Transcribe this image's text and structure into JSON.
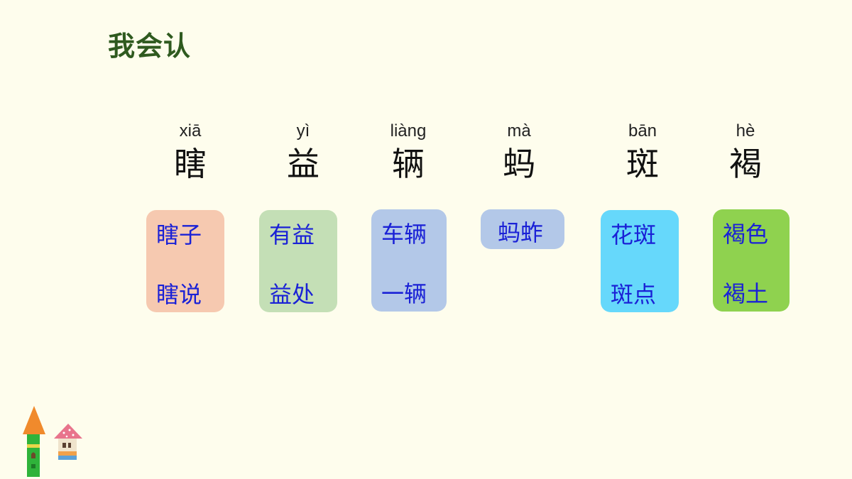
{
  "title": "我会认",
  "characters": [
    {
      "pinyin": "xiā",
      "hanzi": "瞎",
      "words": [
        "瞎子",
        "瞎说"
      ],
      "card_color": "#f6c9b0"
    },
    {
      "pinyin": "yì",
      "hanzi": "益",
      "words": [
        "有益",
        "益处"
      ],
      "card_color": "#c4dfb6"
    },
    {
      "pinyin": "liàng",
      "hanzi": "辆",
      "words": [
        "车辆",
        "一辆"
      ],
      "card_color": "#b3c8e8"
    },
    {
      "pinyin": "mà",
      "hanzi": "蚂",
      "words": [
        "蚂蚱"
      ],
      "card_color": "#b3c8e8"
    },
    {
      "pinyin": "bān",
      "hanzi": "斑",
      "words": [
        "花斑",
        "斑点"
      ],
      "card_color": "#66d8fb"
    },
    {
      "pinyin": "hè",
      "hanzi": "褐",
      "words": [
        "褐色",
        "褐土"
      ],
      "card_color": "#8fd24f"
    }
  ]
}
